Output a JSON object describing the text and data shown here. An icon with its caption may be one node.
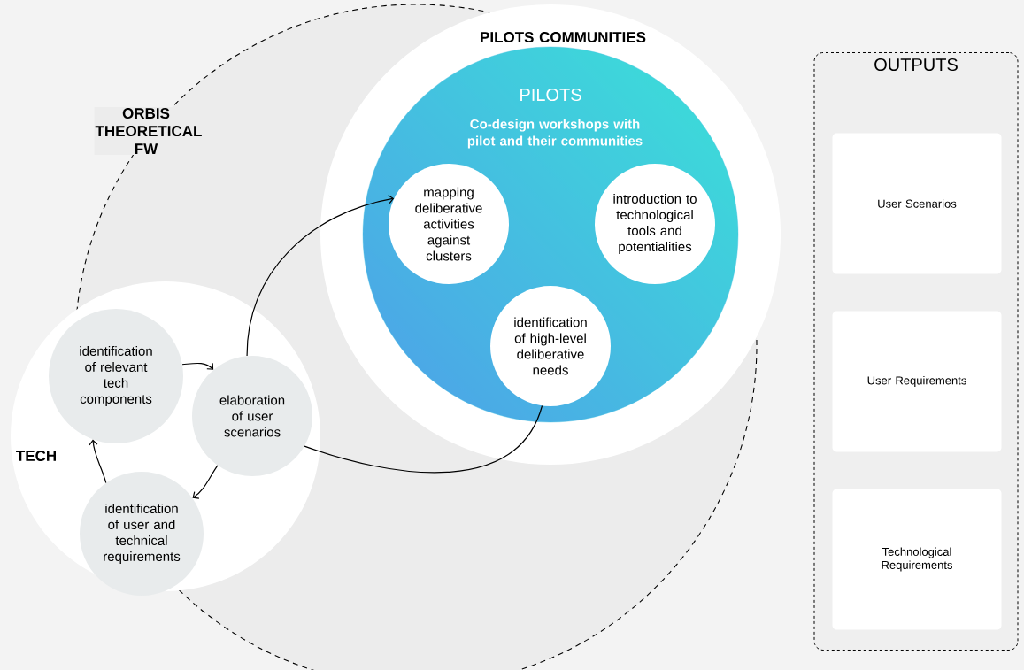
{
  "diagram": {
    "nodes": [
      {
        "text": [
          "PILOTS COMMUNITIES"
        ]
      },
      {
        "text": [
          "PILOTS",
          "Co-design workshops with pilot and their communities"
        ],
        "in": 0
      },
      {
        "text": [
          "mapping deliberative activities against clusters"
        ],
        "in": 1
      },
      {
        "text": [
          "identification of high-level deliberative needs"
        ],
        "in": 1
      },
      {
        "text": [
          "introduction to technological tools and potentialities"
        ],
        "in": 1
      },
      {
        "text": [
          "TECH"
        ]
      },
      {
        "text": [
          "identification of relevant tech components"
        ],
        "in": 5
      },
      {
        "text": [
          "elaboration of user scenarios"
        ],
        "in": 5
      },
      {
        "text": [
          "identification of user and technical requirements"
        ],
        "in": 5
      },
      {
        "text": [
          "OUTPUTS"
        ]
      },
      {
        "text": [
          "User Scenarios"
        ],
        "in": 9
      },
      {
        "text": [
          "User Requirements"
        ],
        "in": 9
      },
      {
        "text": [
          "Technological Requirements"
        ],
        "in": 9
      }
    ],
    "edges": [
      {
        "from": 6,
        "to": 7,
        "arrow": "to"
      },
      {
        "from": 7,
        "to": 8,
        "arrow": "to"
      },
      {
        "from": 8,
        "to": 6,
        "arrow": "to"
      },
      {
        "from": 7,
        "to": 2,
        "arrow": "to"
      },
      {
        "from": 3,
        "to": 7,
        "arrow": "none"
      }
    ],
    "labels": [
      "ORBIS THEORETICAL FW"
    ]
  }
}
